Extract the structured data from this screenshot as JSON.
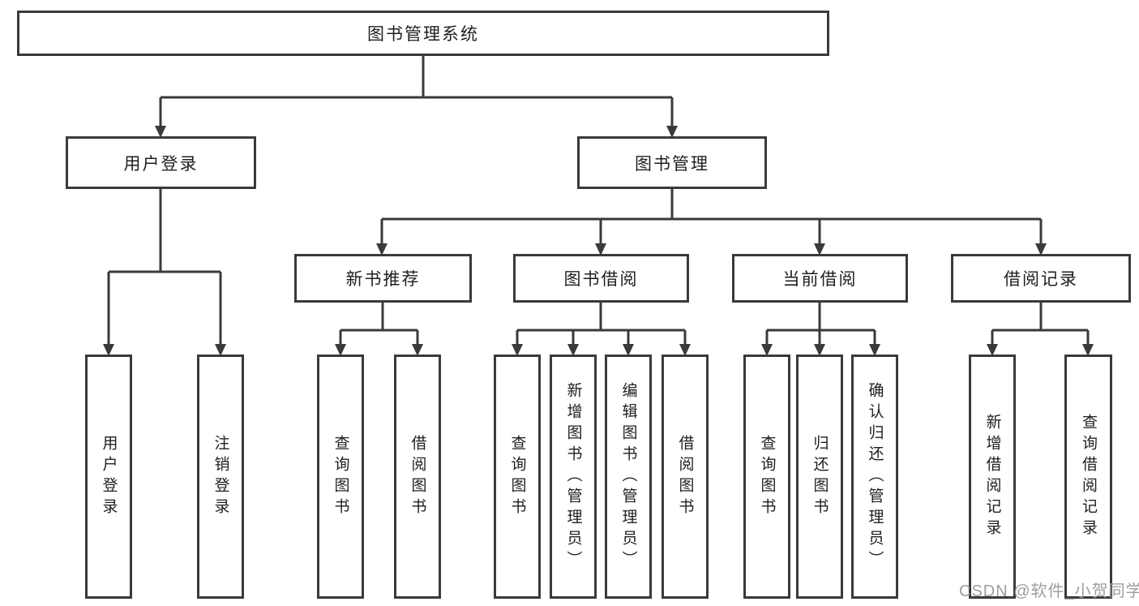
{
  "nodes": {
    "root": "图书管理系统",
    "user_login": "用户登录",
    "book_management": "图书管理",
    "new_book_recommend": "新书推荐",
    "book_borrowing": "图书借阅",
    "current_borrowing": "当前借阅",
    "borrowing_records": "借阅记录",
    "user_login_leaf": "用户登录",
    "logout_leaf": "注销登录",
    "recommend_query_books": "查询图书",
    "recommend_borrow_books": "借阅图书",
    "borrowing_query_books": "查询图书",
    "borrowing_add_books_admin": "新增图书（管理员）",
    "borrowing_edit_books_admin": "编辑图书（管理员）",
    "borrowing_borrow_books": "借阅图书",
    "current_query_books": "查询图书",
    "current_return_books": "归还图书",
    "current_confirm_return_admin": "确认归还（管理员）",
    "records_add_record": "新增借阅记录",
    "records_query_record": "查询借阅记录"
  },
  "watermark": {
    "text": "CSDN @软件_小贺同学",
    "color": "#a59b9b"
  },
  "colors": {
    "border": "#3a3a3a",
    "connector": "#3a3a3a",
    "text": "#1f1f1f",
    "background": "#ffffff"
  }
}
